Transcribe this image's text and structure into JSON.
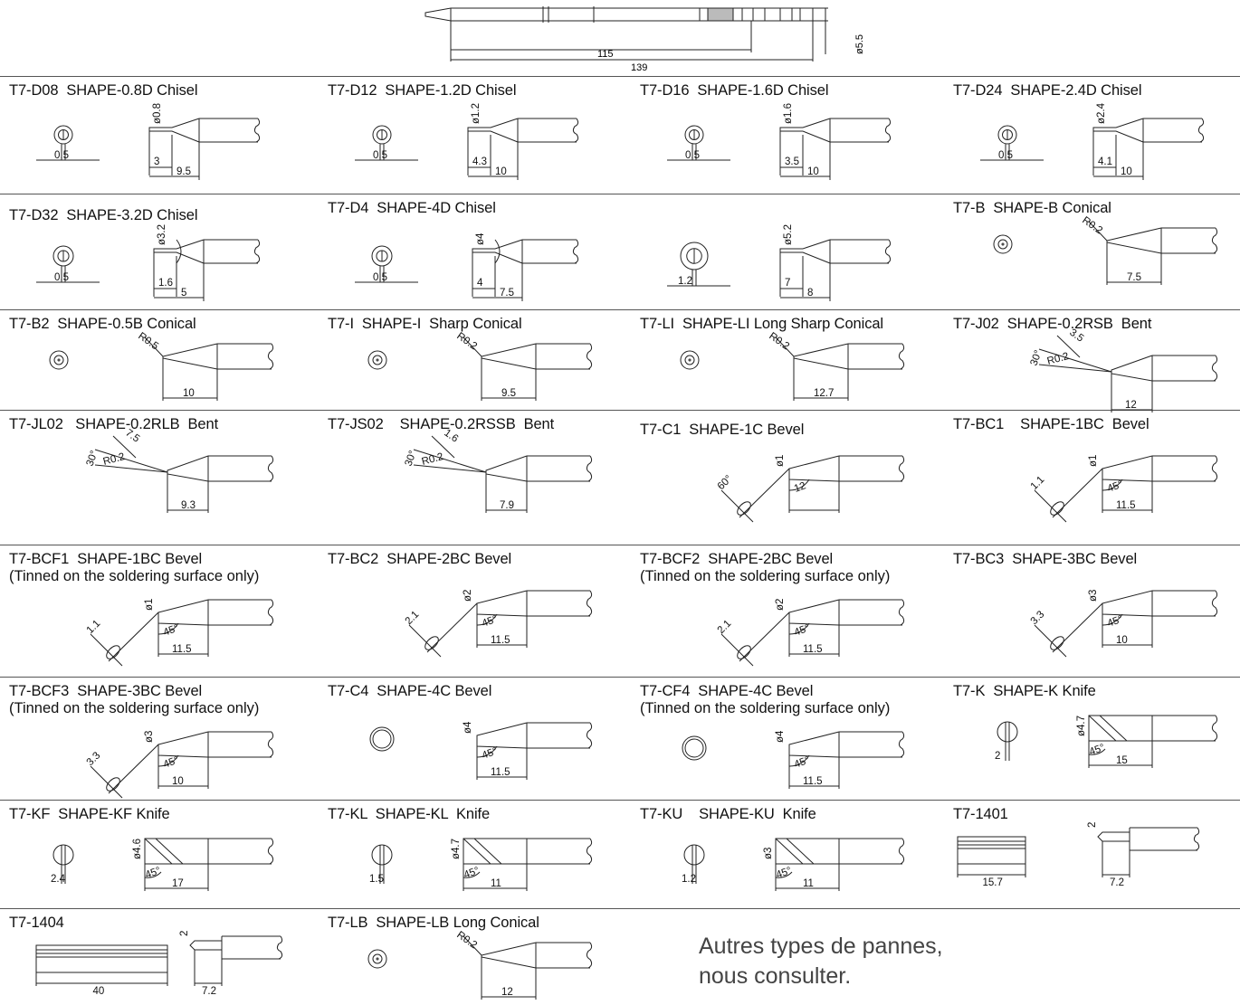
{
  "header": {
    "dim_115": "115",
    "dim_139": "139",
    "dim_dia": "ø5.5"
  },
  "cells": [
    {
      "id": "d08",
      "title": "T7-D08  SHAPE-0.8D Chisel",
      "sub": "",
      "kind": "chisel",
      "labels": [
        "ø0.8",
        "0.5",
        "3",
        "9.5"
      ]
    },
    {
      "id": "d12",
      "title": "T7-D12  SHAPE-1.2D Chisel",
      "sub": "",
      "kind": "chisel",
      "labels": [
        "ø1.2",
        "0.5",
        "4.3",
        "10"
      ]
    },
    {
      "id": "d16",
      "title": "T7-D16  SHAPE-1.6D Chisel",
      "sub": "",
      "kind": "chisel",
      "labels": [
        "ø1.6",
        "0.5",
        "3.5",
        "10"
      ]
    },
    {
      "id": "d24",
      "title": "T7-D24  SHAPE-2.4D Chisel",
      "sub": "",
      "kind": "chisel",
      "labels": [
        "ø2.4",
        "0.5",
        "4.1",
        "10"
      ]
    },
    {
      "id": "d32",
      "title": "T7-D32  SHAPE-3.2D Chisel",
      "sub": "",
      "kind": "chisel2",
      "labels": [
        "ø3.2",
        "0.5",
        "1.6",
        "5"
      ]
    },
    {
      "id": "d4",
      "title": "T7-D4  SHAPE-4D Chisel",
      "sub": "",
      "kind": "chisel2",
      "labels": [
        "ø4",
        "0.5",
        "4",
        "7.5"
      ]
    },
    {
      "id": "d52",
      "title": "",
      "sub": "",
      "kind": "chisel3",
      "labels": [
        "ø5.2",
        "1.2",
        "7",
        "8"
      ]
    },
    {
      "id": "b",
      "title": "T7-B  SHAPE-B Conical",
      "sub": "",
      "kind": "conical",
      "labels": [
        "R0.2",
        "7.5"
      ]
    },
    {
      "id": "b2",
      "title": "T7-B2  SHAPE-0.5B Conical",
      "sub": "",
      "kind": "conical",
      "labels": [
        "R0.5",
        "10"
      ]
    },
    {
      "id": "i",
      "title": "T7-I  SHAPE-I  Sharp Conical",
      "sub": "",
      "kind": "conical",
      "labels": [
        "R0.2",
        "9.5"
      ]
    },
    {
      "id": "li",
      "title": "T7-LI  SHAPE-LI Long Sharp Conical",
      "sub": "",
      "kind": "conical",
      "labels": [
        "R0.2",
        "12.7"
      ]
    },
    {
      "id": "j02",
      "title": "T7-J02  SHAPE-0.2RSB  Bent",
      "sub": "",
      "kind": "bent",
      "labels": [
        "30°",
        "R0.2",
        "3.5",
        "12"
      ]
    },
    {
      "id": "jl02",
      "title": "T7-JL02   SHAPE-0.2RLB  Bent",
      "sub": "",
      "kind": "bent",
      "labels": [
        "30°",
        "R0.2",
        "7.5",
        "9.3"
      ]
    },
    {
      "id": "js02",
      "title": "T7-JS02    SHAPE-0.2RSSB  Bent",
      "sub": "",
      "kind": "bent",
      "labels": [
        "30°",
        "R0.2",
        "1.6",
        "7.9"
      ]
    },
    {
      "id": "c1",
      "title": "T7-C1  SHAPE-1C Bevel",
      "sub": "",
      "kind": "bevel",
      "labels": [
        "ø1",
        "60°",
        "12"
      ]
    },
    {
      "id": "bc1",
      "title": "T7-BC1    SHAPE-1BC  Bevel",
      "sub": "",
      "kind": "bevel",
      "labels": [
        "ø1",
        "1.1",
        "45°",
        "11.5"
      ]
    },
    {
      "id": "bcf1",
      "title": "T7-BCF1  SHAPE-1BC Bevel",
      "sub": "(Tinned on the soldering surface only)",
      "kind": "bevel",
      "labels": [
        "ø1",
        "1.1",
        "45°",
        "11.5"
      ]
    },
    {
      "id": "bc2",
      "title": "T7-BC2  SHAPE-2BC Bevel",
      "sub": "",
      "kind": "bevel",
      "labels": [
        "ø2",
        "2.1",
        "45°",
        "11.5"
      ]
    },
    {
      "id": "bcf2",
      "title": "T7-BCF2  SHAPE-2BC Bevel",
      "sub": "(Tinned on the soldering surface only)",
      "kind": "bevel",
      "labels": [
        "ø2",
        "2.1",
        "45°",
        "11.5"
      ]
    },
    {
      "id": "bc3",
      "title": "T7-BC3  SHAPE-3BC Bevel",
      "sub": "",
      "kind": "bevel",
      "labels": [
        "ø3",
        "3.3",
        "45°",
        "10"
      ]
    },
    {
      "id": "bcf3",
      "title": "T7-BCF3  SHAPE-3BC Bevel",
      "sub": "(Tinned on the soldering surface only)",
      "kind": "bevel",
      "labels": [
        "ø3",
        "3.3",
        "45°",
        "10"
      ]
    },
    {
      "id": "c4",
      "title": "T7-C4  SHAPE-4C Bevel",
      "sub": "",
      "kind": "bevel4",
      "labels": [
        "ø4",
        "45°",
        "11.5"
      ]
    },
    {
      "id": "cf4",
      "title": "T7-CF4  SHAPE-4C Bevel",
      "sub": "(Tinned on the soldering surface only)",
      "kind": "bevel4",
      "labels": [
        "ø4",
        "45°",
        "11.5"
      ]
    },
    {
      "id": "k",
      "title": "T7-K  SHAPE-K Knife",
      "sub": "",
      "kind": "knife",
      "labels": [
        "ø4.7",
        "2",
        "45°",
        "15"
      ]
    },
    {
      "id": "kf",
      "title": "T7-KF  SHAPE-KF Knife",
      "sub": "",
      "kind": "knife",
      "labels": [
        "ø4.6",
        "2.4",
        "45°",
        "17"
      ]
    },
    {
      "id": "kl",
      "title": "T7-KL  SHAPE-KL  Knife",
      "sub": "",
      "kind": "knife",
      "labels": [
        "ø4.7",
        "1.5",
        "45°",
        "11"
      ]
    },
    {
      "id": "ku",
      "title": "T7-KU    SHAPE-KU  Knife",
      "sub": "",
      "kind": "knife",
      "labels": [
        "ø3",
        "1.2",
        "45°",
        "11"
      ]
    },
    {
      "id": "t1401",
      "title": "T7-1401",
      "sub": "",
      "kind": "blade",
      "labels": [
        "15.7",
        "2",
        "7.2"
      ]
    },
    {
      "id": "t1404",
      "title": "T7-1404",
      "sub": "",
      "kind": "blade2",
      "labels": [
        "40",
        "2",
        "7.2"
      ]
    },
    {
      "id": "lb",
      "title": "T7-LB  SHAPE-LB Long Conical",
      "sub": "",
      "kind": "conical",
      "labels": [
        "R0.2",
        "12"
      ]
    }
  ],
  "note": {
    "line1": "Autres types de pannes,",
    "line2": "nous consulter."
  }
}
